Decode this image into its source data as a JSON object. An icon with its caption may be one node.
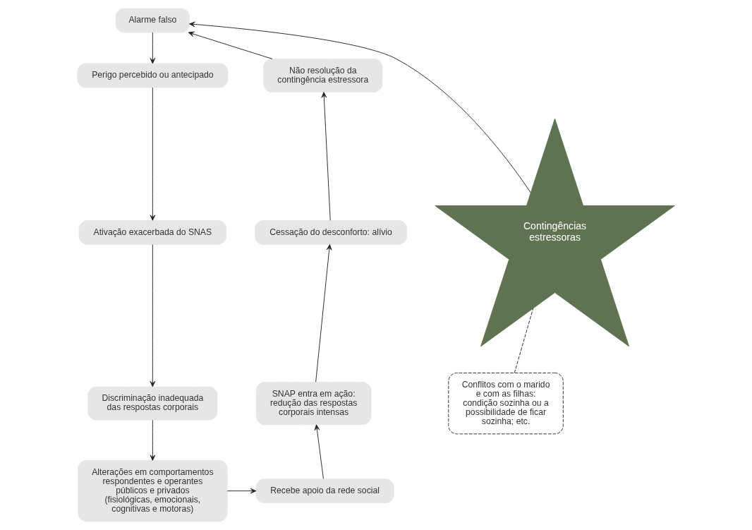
{
  "diagram": {
    "nodes": [
      {
        "text": [
          "Alarme falso"
        ]
      },
      {
        "text": [
          "Perigo percebido ou antecipado"
        ]
      },
      {
        "text": [
          "Ativação exacerbada do SNAS"
        ]
      },
      {
        "text": [
          "Discriminação inadequada das respostas corporais"
        ]
      },
      {
        "text": [
          "Alterações em comportamentos respondentes e operantes públicos e privados (fisiológicas, emocionais, cognitivas e motoras)"
        ]
      },
      {
        "text": [
          "Recebe apoio da rede social"
        ]
      },
      {
        "text": [
          "SNAP entra em ação: redução das respostas corporais intensas"
        ]
      },
      {
        "text": [
          "Cessação do desconforto: alívio"
        ]
      },
      {
        "text": [
          "Não resolução da contingência estressora"
        ]
      },
      {
        "text": [
          "Contingências estressoras"
        ]
      },
      {
        "text": [
          "Conflitos com o marido e com as filhas: condição sozinha ou a possibilidade de ficar sozinha; etc."
        ]
      }
    ],
    "edges": [
      {
        "from": 0,
        "to": 1,
        "arrow": "to"
      },
      {
        "from": 1,
        "to": 2,
        "arrow": "to"
      },
      {
        "from": 2,
        "to": 3,
        "arrow": "to"
      },
      {
        "from": 3,
        "to": 4,
        "arrow": "to"
      },
      {
        "from": 4,
        "to": 5,
        "arrow": "to"
      },
      {
        "from": 5,
        "to": 6,
        "arrow": "to"
      },
      {
        "from": 6,
        "to": 7,
        "arrow": "to"
      },
      {
        "from": 7,
        "to": 8,
        "arrow": "to"
      },
      {
        "from": 8,
        "to": 0,
        "arrow": "to"
      },
      {
        "from": 9,
        "to": 0,
        "arrow": "to"
      },
      {
        "from": 10,
        "to": 9,
        "arrow": "none",
        "style": "dashed"
      }
    ]
  }
}
